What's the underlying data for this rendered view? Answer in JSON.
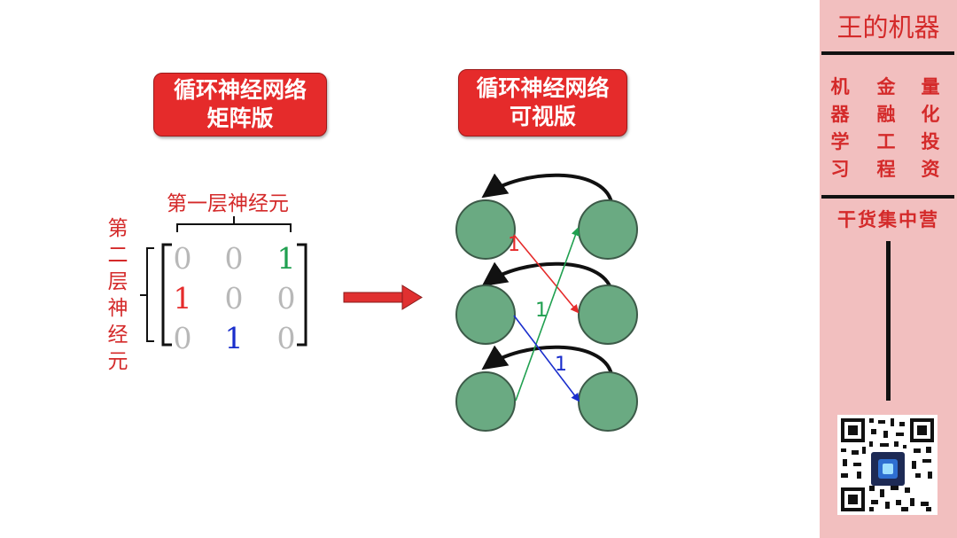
{
  "left_title": {
    "line1": "循环神经网络",
    "line2": "矩阵版"
  },
  "right_title": {
    "line1": "循环神经网络",
    "line2": "可视版"
  },
  "matrix": {
    "column_label": "第一层神经元",
    "row_label_chars": [
      "第",
      "二",
      "层",
      "神",
      "经",
      "元"
    ],
    "rows": [
      [
        "0",
        "0",
        "1"
      ],
      [
        "1",
        "0",
        "0"
      ],
      [
        "0",
        "1",
        "0"
      ]
    ]
  },
  "network": {
    "edge_labels": {
      "red": "1",
      "green": "1",
      "blue": "1"
    },
    "colors": {
      "node": "#6aaa82",
      "red": "#e52b2b",
      "green": "#20a050",
      "blue": "#1a2ecc"
    }
  },
  "sidebar": {
    "brand": "王的机器",
    "columns": [
      [
        "机",
        "器",
        "学",
        "习"
      ],
      [
        "金",
        "融",
        "工",
        "程"
      ],
      [
        "量",
        "化",
        "投",
        "资"
      ]
    ],
    "slogan": "干货集中营"
  }
}
